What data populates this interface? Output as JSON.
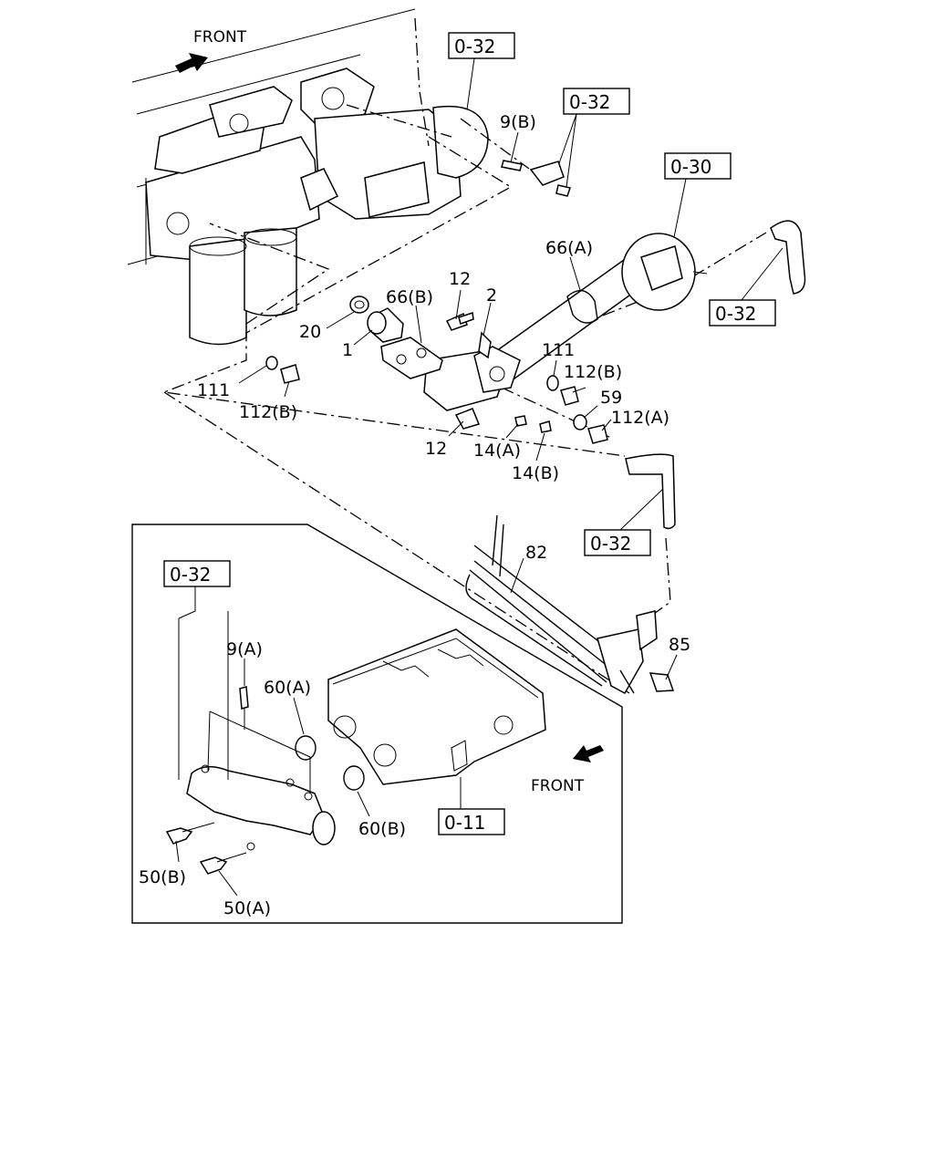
{
  "front_labels": [
    "FRONT",
    "FRONT"
  ],
  "references": {
    "r1": "0-32",
    "r2": "0-32",
    "r3": "0-30",
    "r4": "0-32",
    "r5": "0-32",
    "r6": "0-32",
    "r7": "0-11"
  },
  "callouts": {
    "c9b": "9(B)",
    "c66a": "66(A)",
    "c12a": "12",
    "c66b": "66(B)",
    "c2": "2",
    "c20": "20",
    "c1": "1",
    "c111a": "111",
    "c112b_a": "112(B)",
    "c59": "59",
    "c112a": "112(A)",
    "c111b": "111",
    "c112b_b": "112(B)",
    "c12b": "12",
    "c14a": "14(A)",
    "c14b": "14(B)",
    "c82": "82",
    "c85": "85",
    "c9a": "9(A)",
    "c60a": "60(A)",
    "c60b": "60(B)",
    "c50b": "50(B)",
    "c50a": "50(A)"
  },
  "colors": {
    "ink": "#000000",
    "paper": "#ffffff"
  }
}
